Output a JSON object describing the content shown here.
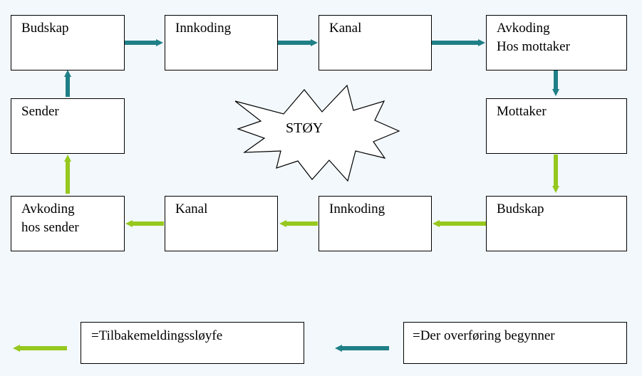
{
  "colors": {
    "teal": "#1f7f86",
    "green": "#96c81e",
    "border": "#000000",
    "background": "#f2f8fc"
  },
  "boxes": {
    "budskap_top": "Budskap",
    "innkoding_top": "Innkoding",
    "kanal_top": "Kanal",
    "avkoding_mottaker": "Avkoding\nHos mottaker",
    "sender": "Sender",
    "mottaker": "Mottaker",
    "avkoding_sender": "Avkoding\nhos sender",
    "kanal_bottom": "Kanal",
    "innkoding_bottom": "Innkoding",
    "budskap_bottom": "Budskap"
  },
  "noise": {
    "label": "STØY"
  },
  "legend": {
    "feedback_label": "=Tilbakemeldingssløyfe",
    "start_label": "=Der overføring begynner"
  }
}
